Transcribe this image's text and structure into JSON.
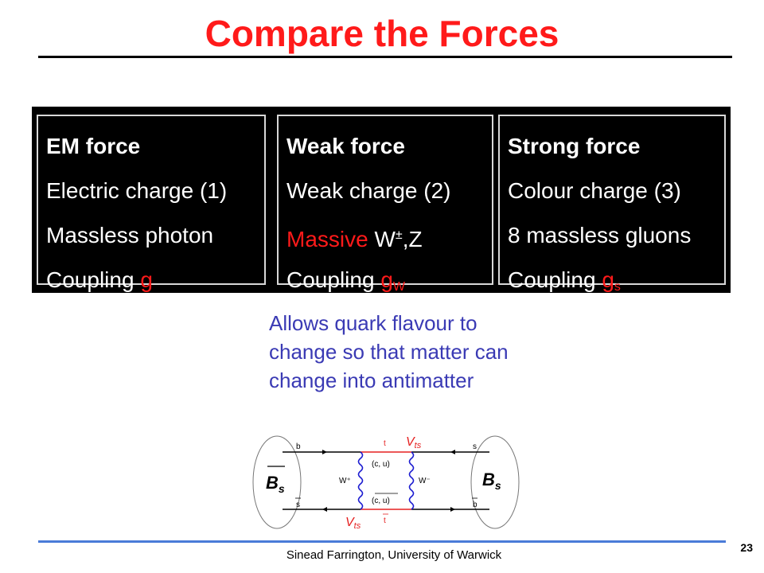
{
  "title": "Compare the Forces",
  "colors": {
    "title": "#ff1a1a",
    "highlight": "#ff1a1a",
    "note": "#3a3ab4",
    "footer_rule": "#4a7bd8"
  },
  "boxes": [
    {
      "heading": "EM force",
      "charge": "Electric charge (1)",
      "carrier": "Massless photon",
      "coupling_label": "Coupling",
      "coupling_symbol": "g",
      "coupling_sub": ""
    },
    {
      "heading": "Weak force",
      "charge": "Weak charge (2)",
      "carrier_highlight": "Massive",
      "carrier_w": "W",
      "carrier_sup": "±",
      "carrier_z": ",Z",
      "coupling_label": "Coupling",
      "coupling_symbol": "g",
      "coupling_sub": "W"
    },
    {
      "heading": "Strong force",
      "charge": "Colour charge (3)",
      "carrier": "8 massless gluons",
      "coupling_label": "Coupling",
      "coupling_symbol": "g",
      "coupling_sub": "s"
    }
  ],
  "note": "Allows quark flavour to change so that matter can change into antimatter",
  "diagram": {
    "left_meson": "B",
    "left_meson_sub": "s",
    "right_meson": "B",
    "right_meson_sub": "s",
    "quark_top_left": "b",
    "quark_bottom_left": "s",
    "quark_top_right": "s",
    "quark_bottom_right": "b",
    "top_quark_label": "t",
    "bottom_quark_label": "t",
    "vts_top": "V",
    "vts_top_sub": "ts",
    "vts_bottom": "V",
    "vts_bottom_sub": "ts",
    "inner_top": "(c, u)",
    "inner_bottom": "(c, u)",
    "w_plus": "W⁺",
    "w_minus": "W⁻"
  },
  "footer": "Sinead Farrington, University of Warwick",
  "page_number": "23"
}
